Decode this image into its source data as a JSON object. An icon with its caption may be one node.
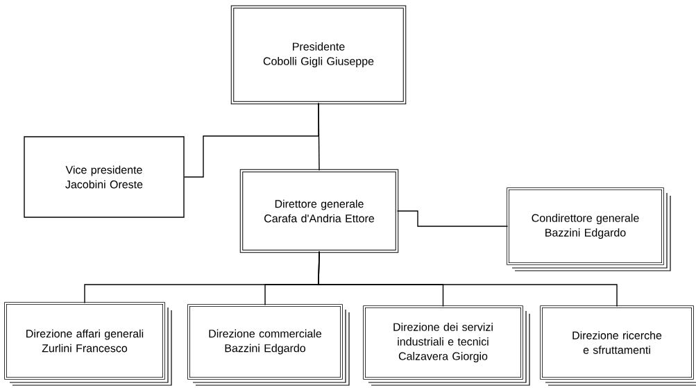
{
  "diagram": {
    "nodes": [
      {
        "text": [
          "Presidente",
          "Cobolli Gigli Giuseppe"
        ]
      },
      {
        "text": [
          "Vice presidente",
          "Jacobini Oreste"
        ]
      },
      {
        "text": [
          "Direttore generale",
          "Carafa d'Andria Ettore"
        ]
      },
      {
        "text": [
          "Condirettore generale",
          "Bazzini Edgardo"
        ]
      },
      {
        "text": [
          "Direzione affari generali",
          "Zurlini Francesco"
        ]
      },
      {
        "text": [
          "Direzione commerciale",
          "Bazzini Edgardo"
        ]
      },
      {
        "text": [
          "Direzione dei servizi industriali e tecnici",
          "Calzavera Giorgio"
        ]
      },
      {
        "text": [
          "Direzione ricerche e sfruttamenti"
        ]
      }
    ],
    "edges": [
      {
        "from": 0,
        "to": 2,
        "arrow": "none"
      },
      {
        "from": 0,
        "to": 1,
        "arrow": "none"
      },
      {
        "from": 2,
        "to": 3,
        "arrow": "none"
      },
      {
        "from": 2,
        "to": 4,
        "arrow": "none"
      },
      {
        "from": 2,
        "to": 5,
        "arrow": "none"
      },
      {
        "from": 2,
        "to": 6,
        "arrow": "none"
      },
      {
        "from": 2,
        "to": 7,
        "arrow": "none"
      }
    ]
  }
}
